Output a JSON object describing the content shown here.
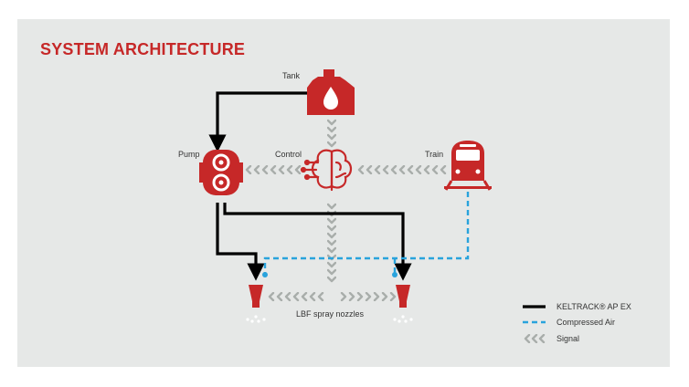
{
  "title": "SYSTEM ARCHITECTURE",
  "components": {
    "tank": "Tank",
    "pump": "Pump",
    "control": "Control",
    "train": "Train",
    "nozzles": "LBF spray nozzles"
  },
  "legend": {
    "keltrack": "KELTRACK® AP EX",
    "air": "Compressed Air",
    "signal": "Signal"
  },
  "colors": {
    "accent": "#c62828",
    "keltrack_line": "#000000",
    "air_line": "#29a3dc",
    "signal": "#a9aeab",
    "panel": "#e6e8e7"
  }
}
